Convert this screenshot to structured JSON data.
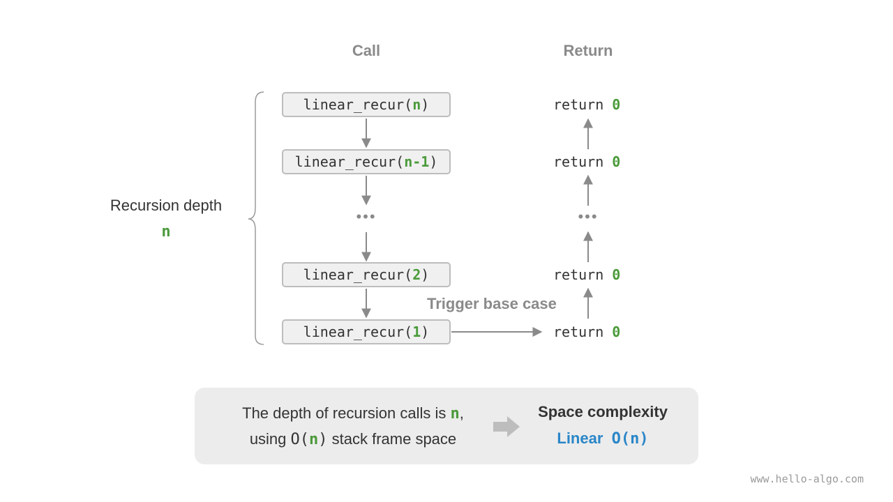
{
  "headers": {
    "call": "Call",
    "return": "Return"
  },
  "calls": [
    {
      "fn": "linear_recur(",
      "arg": "n",
      "close": ")"
    },
    {
      "fn": "linear_recur(",
      "arg": "n-1",
      "close": ")"
    },
    {
      "fn": "linear_recur(",
      "arg": "2",
      "close": ")"
    },
    {
      "fn": "linear_recur(",
      "arg": "1",
      "close": ")"
    }
  ],
  "returns": [
    {
      "kw": "return ",
      "val": "0"
    },
    {
      "kw": "return ",
      "val": "0"
    },
    {
      "kw": "return ",
      "val": "0"
    },
    {
      "kw": "return ",
      "val": "0"
    }
  ],
  "ellipsis": "•••",
  "depth": {
    "label": "Recursion depth",
    "var": "n"
  },
  "trigger": "Trigger base case",
  "summary": {
    "line1_pre": "The depth of recursion calls is ",
    "line1_var": "n",
    "line1_post": ",",
    "line2_pre": "using ",
    "line2_o": "O(",
    "line2_var": "n",
    "line2_close": ")",
    "line2_post": " stack frame space",
    "title": "Space complexity",
    "value_word": "Linear",
    "value_expr": "O(n)"
  },
  "watermark": "www.hello-algo.com",
  "colors": {
    "accent_green": "#4a9a3a",
    "accent_blue": "#2a86c8",
    "arrow_gray": "#8a8a8a"
  }
}
